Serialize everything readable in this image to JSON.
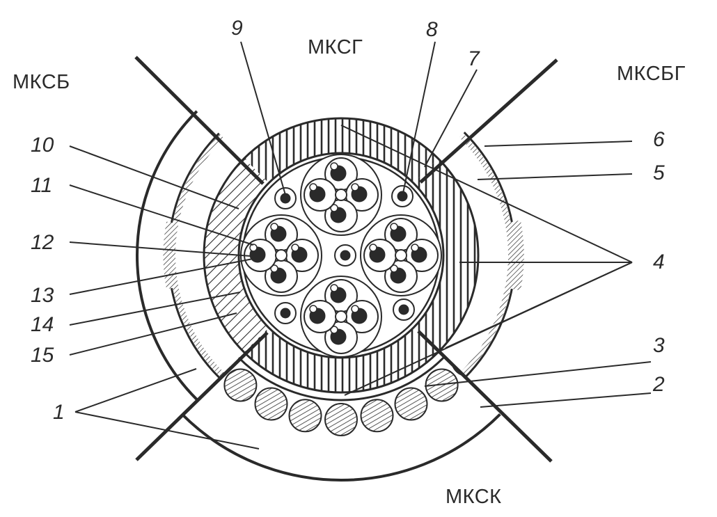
{
  "zones": {
    "mkcb": "МКСБ",
    "mksg": "МКСГ",
    "mksbg": "МКСБГ",
    "mksk": "МКСК"
  },
  "labels": {
    "n1": "1",
    "n2": "2",
    "n3": "3",
    "n4": "4",
    "n5": "5",
    "n6": "6",
    "n7": "7",
    "n8": "8",
    "n9": "9",
    "n10": "10",
    "n11": "11",
    "n12": "12",
    "n13": "13",
    "n14": "14",
    "n15": "15"
  },
  "colors": {
    "ink": "#2a2a2a",
    "background": "#ffffff"
  }
}
